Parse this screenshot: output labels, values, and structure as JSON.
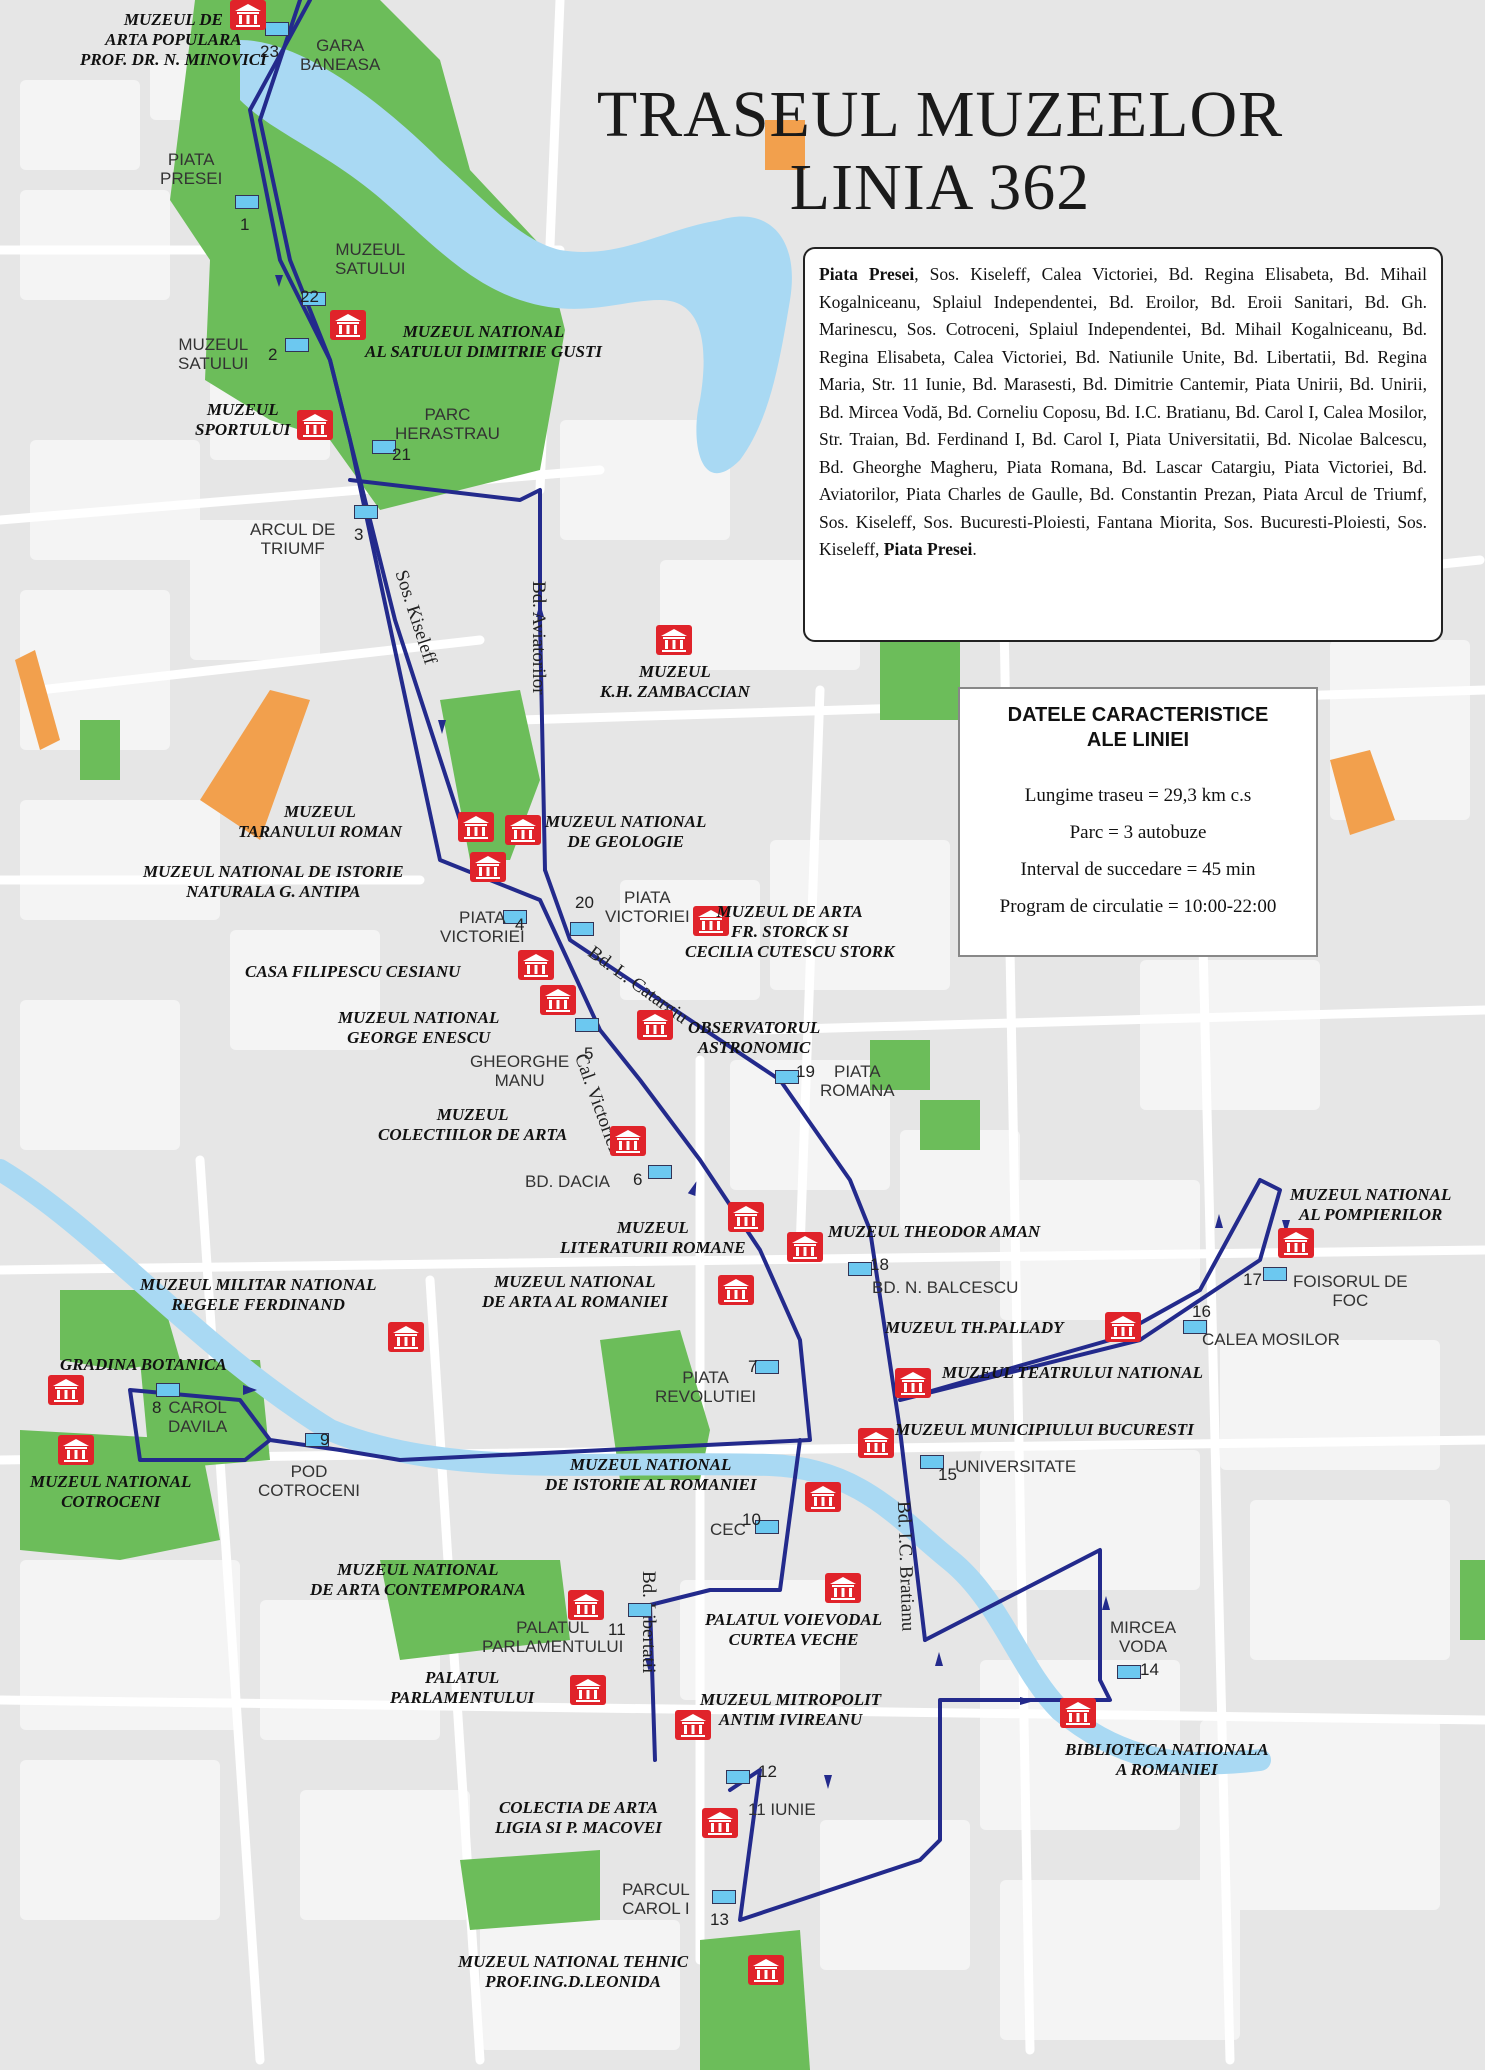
{
  "title": {
    "line1": "TRASEUL MUZEELOR",
    "line2": "LINIA 362"
  },
  "route_description": {
    "start": "Piata Presei",
    "middle": ", Sos. Kiseleff, Calea Victoriei, Bd. Regina Elisabeta, Bd. Mihail Kogalniceanu, Splaiul Independentei, Bd. Eroilor, Bd. Eroii Sanitari, Bd. Gh. Marinescu, Sos. Cotroceni, Splaiul Independentei, Bd. Mihail Kogalniceanu, Bd. Regina Elisabeta, Calea Victoriei, Bd. Natiunile Unite, Bd. Libertatii, Bd. Regina Maria, Str. 11 Iunie, Bd. Marasesti, Bd. Dimitrie Cantemir, Piata Unirii, Bd. Unirii, Bd. Mircea Vodă, Bd. Corneliu Coposu, Bd. I.C. Bratianu, Bd. Carol I, Calea Mosilor, Str. Traian, Bd. Ferdinand I, Bd. Carol I, Piata Universitatii, Bd. Nicolae Balcescu, Bd. Gheorghe Magheru, Piata Romana, Bd. Lascar Catargiu, Piata Victoriei, Bd. Aviatorilor, Piata Charles de Gaulle, Bd. Constantin Prezan, Piata Arcul de Triumf, Sos. Kiseleff, Sos. Bucuresti-Ploiesti, Fantana Miorita, Sos. Bucuresti-Ploiesti, Sos. Kiseleff, ",
    "end": "Piata Presei",
    "tail": "."
  },
  "stats": {
    "title_line1": "DATELE CARACTERISTICE",
    "title_line2": "ALE LINIEI",
    "length": "Lungime traseu = 29,3 km c.s",
    "fleet": "Parc = 3 autobuze",
    "interval": "Interval de succedare = 45 min",
    "schedule": "Program de circulatie = 10:00-22:00"
  },
  "streets": {
    "kiseleff": "Sos. Kiseleff",
    "aviatorilor": "Bd. Aviatorilor",
    "catargiu": "Bd. L. Catargiu",
    "victoriei": "Cal. Victoriei",
    "libertatii": "Bd. Libertatii",
    "bratianu": "Bd. I.C. Bratianu"
  },
  "stations": [
    {
      "num": "23",
      "name_l1": "GARA",
      "name_l2": "BANEASA"
    },
    {
      "num": "1",
      "name_l1": "PIATA",
      "name_l2": "PRESEI"
    },
    {
      "num": "22",
      "name_l1": "MUZEUL",
      "name_l2": "SATULUI"
    },
    {
      "num": "2",
      "name_l1": "MUZEUL",
      "name_l2": "SATULUI"
    },
    {
      "num": "21",
      "name_l1": "PARC",
      "name_l2": "HERASTRAU"
    },
    {
      "num": "3",
      "name_l1": "ARCUL DE",
      "name_l2": "TRIUMF"
    },
    {
      "num": "20",
      "name_l1": "PIATA",
      "name_l2": "VICTORIEI"
    },
    {
      "num": "4",
      "name_l1": "PIATA",
      "name_l2": "VICTORIEI"
    },
    {
      "num": "5",
      "name_l1": "GHEORGHE",
      "name_l2": "MANU"
    },
    {
      "num": "19",
      "name_l1": "PIATA",
      "name_l2": "ROMANA"
    },
    {
      "num": "6",
      "name_l1": "BD. DACIA",
      "name_l2": ""
    },
    {
      "num": "18",
      "name_l1": "BD. N. BALCESCU",
      "name_l2": ""
    },
    {
      "num": "17",
      "name_l1": "FOISORUL DE",
      "name_l2": "FOC"
    },
    {
      "num": "16",
      "name_l1": "CALEA MOSILOR",
      "name_l2": ""
    },
    {
      "num": "7",
      "name_l1": "PIATA",
      "name_l2": "REVOLUTIEI"
    },
    {
      "num": "8",
      "name_l1": "CAROL",
      "name_l2": "DAVILA"
    },
    {
      "num": "9",
      "name_l1": "POD",
      "name_l2": "COTROCENI"
    },
    {
      "num": "15",
      "name_l1": "UNIVERSITATE",
      "name_l2": ""
    },
    {
      "num": "10",
      "name_l1": "CEC",
      "name_l2": ""
    },
    {
      "num": "11",
      "name_l1": "PALATUL",
      "name_l2": "PARLAMENTULUI"
    },
    {
      "num": "14",
      "name_l1": "MIRCEA",
      "name_l2": "VODA"
    },
    {
      "num": "12",
      "name_l1": "11 IUNIE",
      "name_l2": ""
    },
    {
      "num": "13",
      "name_l1": "PARCUL",
      "name_l2": "CAROL I"
    }
  ],
  "museums": [
    {
      "l1": "MUZEUL DE",
      "l2": "ARTA POPULARA",
      "l3": "PROF. DR. N. MINOVICI"
    },
    {
      "l1": "MUZEUL NATIONAL",
      "l2": "AL SATULUI DIMITRIE GUSTI",
      "l3": ""
    },
    {
      "l1": "MUZEUL",
      "l2": "SPORTULUI",
      "l3": ""
    },
    {
      "l1": "MUZEUL",
      "l2": "K.H. ZAMBACCIAN",
      "l3": ""
    },
    {
      "l1": "MUZEUL",
      "l2": "TARANULUI ROMAN",
      "l3": ""
    },
    {
      "l1": "MUZEUL NATIONAL",
      "l2": "DE GEOLOGIE",
      "l3": ""
    },
    {
      "l1": "MUZEUL NATIONAL DE ISTORIE",
      "l2": "NATURALA G. ANTIPA",
      "l3": ""
    },
    {
      "l1": "MUZEUL DE ARTA",
      "l2": "FR. STORCK SI",
      "l3": "CECILIA CUTESCU STORK"
    },
    {
      "l1": "CASA FILIPESCU CESIANU",
      "l2": "",
      "l3": ""
    },
    {
      "l1": "MUZEUL NATIONAL",
      "l2": "GEORGE ENESCU",
      "l3": ""
    },
    {
      "l1": "OBSERVATORUL",
      "l2": "ASTRONOMIC",
      "l3": ""
    },
    {
      "l1": "MUZEUL",
      "l2": "COLECTIILOR DE ARTA",
      "l3": ""
    },
    {
      "l1": "MUZEUL",
      "l2": "LITERATURII ROMANE",
      "l3": ""
    },
    {
      "l1": "MUZEUL THEODOR AMAN",
      "l2": "",
      "l3": ""
    },
    {
      "l1": "MUZEUL NATIONAL",
      "l2": "DE ARTA AL ROMANIEI",
      "l3": ""
    },
    {
      "l1": "MUZEUL NATIONAL",
      "l2": "AL POMPIERILOR",
      "l3": ""
    },
    {
      "l1": "MUZEUL MILITAR NATIONAL",
      "l2": "REGELE FERDINAND",
      "l3": ""
    },
    {
      "l1": "MUZEUL TH.PALLADY",
      "l2": "",
      "l3": ""
    },
    {
      "l1": "GRADINA BOTANICA",
      "l2": "",
      "l3": ""
    },
    {
      "l1": "MUZEUL TEATRULUI NATIONAL",
      "l2": "",
      "l3": ""
    },
    {
      "l1": "MUZEUL MUNICIPIULUI BUCURESTI",
      "l2": "",
      "l3": ""
    },
    {
      "l1": "MUZEUL NATIONAL",
      "l2": "COTROCENI",
      "l3": ""
    },
    {
      "l1": "MUZEUL NATIONAL",
      "l2": "DE ISTORIE AL ROMANIEI",
      "l3": ""
    },
    {
      "l1": "MUZEUL NATIONAL",
      "l2": "DE ARTA CONTEMPORANA",
      "l3": ""
    },
    {
      "l1": "PALATUL VOIEVODAL",
      "l2": "CURTEA VECHE",
      "l3": ""
    },
    {
      "l1": "PALATUL",
      "l2": "PARLAMENTULUI",
      "l3": ""
    },
    {
      "l1": "MUZEUL MITROPOLIT",
      "l2": "ANTIM IVIREANU",
      "l3": ""
    },
    {
      "l1": "BIBLIOTECA NATIONALA",
      "l2": "A ROMANIEI",
      "l3": ""
    },
    {
      "l1": "COLECTIA DE ARTA",
      "l2": "LIGIA SI P. MACOVEI",
      "l3": ""
    },
    {
      "l1": "MUZEUL NATIONAL TEHNIC",
      "l2": "PROF.ING.D.LEONIDA",
      "l3": ""
    }
  ],
  "colors": {
    "route": "#232a8c",
    "water": "#a9d9f3",
    "park": "#6cbd5a",
    "museum": "#e0232a",
    "orange": "#f2a04d"
  }
}
